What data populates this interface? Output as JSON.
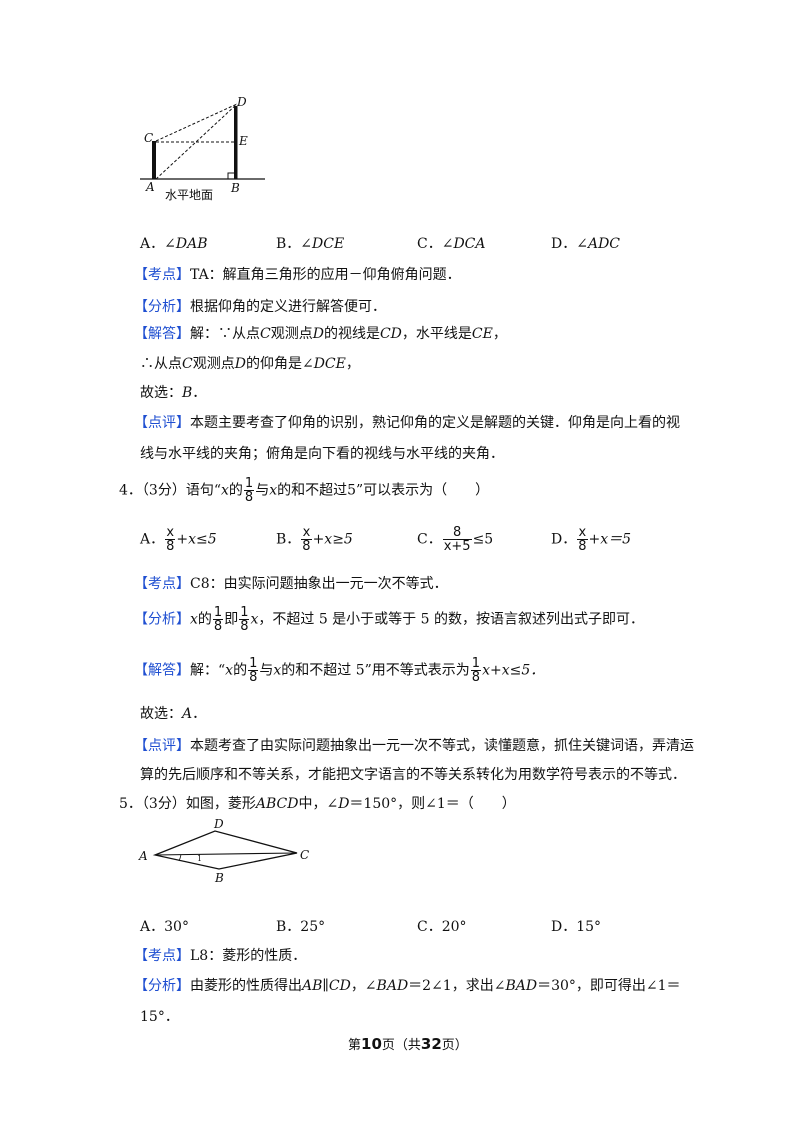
{
  "fig1": {
    "pts": [
      "A",
      "B",
      "C",
      "D",
      "E"
    ],
    "ground_label": "水平地面"
  },
  "q3": {
    "options": [
      {
        "letter": "A．",
        "angle": "∠",
        "name": "DAB"
      },
      {
        "letter": "B．",
        "angle": "∠",
        "name": "DCE"
      },
      {
        "letter": "C．",
        "angle": "∠",
        "name": "DCA"
      },
      {
        "letter": "D．",
        "angle": "∠",
        "name": "ADC"
      }
    ],
    "kaodian_tag": "【考点】",
    "kaodian": "TA：解直角三角形的应用－仰角俯角问题．",
    "fenxi_tag": "【分析】",
    "fenxi": "根据仰角的定义进行解答便可．",
    "jieda_tag": "【解答】",
    "jieda_1": "解：∵从点",
    "C": "C",
    "jieda_2": "观测点",
    "D": "D",
    "jieda_3": "的视线是",
    "CD": "CD",
    "jieda_4": "，水平线是",
    "CE": "CE",
    "jieda_5": "，",
    "line2_a": "∴从点",
    "line2_b": "观测点",
    "line2_c": "的仰角是∠",
    "DCE": "DCE",
    "line2_d": "，",
    "choose": "故选：",
    "answer": "B",
    "dot": "．",
    "dianping_tag": "【点评】",
    "dianping_1": "本题主要考查了仰角的识别，熟记仰角的定义是解题的关键．仰角是向上看的视",
    "dianping_2": "线与水平线的夹角；俯角是向下看的视线与水平线的夹角．"
  },
  "q4": {
    "num": "4．",
    "score": "（3分）语句“",
    "x": "x",
    "t1": "的",
    "f_n": "1",
    "f_d": "8",
    "t2": "与",
    "t3": "的和不超过5”可以表示为（　　）",
    "optA_letter": "A．",
    "optA_n": "x",
    "optA_d": "8",
    "optA_tail": "+x≤5",
    "optB_letter": "B．",
    "optB_n": "x",
    "optB_d": "8",
    "optB_tail": "+x≥5",
    "optC_letter": "C．",
    "optC_n": "8",
    "optC_d": "x+5",
    "optC_tail": "≤5",
    "optD_letter": "D．",
    "optD_n": "x",
    "optD_d": "8",
    "optD_tail": "+x＝5",
    "kaodian_tag": "【考点】",
    "kaodian": "C8：由实际问题抽象出一元一次不等式．",
    "fenxi_tag": "【分析】",
    "fenxi_a": "的",
    "fenxi_b": "即",
    "fenxi_c": "，不超过 5 是小于或等于 5 的数，按语言叙述列出式子即可．",
    "jieda_tag": "【解答】",
    "jieda_a": "解：“",
    "jieda_b": "的",
    "jieda_c": "与",
    "jieda_d": "的和不超过 5”用不等式表示为",
    "jieda_e": "x+x≤5．",
    "choose": "故选：",
    "answer": "A",
    "dot": "．",
    "dianping_tag": "【点评】",
    "dianping_1": "本题考查了由实际问题抽象出一元一次不等式，读懂题意，抓住关键词语，弄清运",
    "dianping_2": "算的先后顺序和不等关系，才能把文字语言的不等关系转化为用数学符号表示的不等式．"
  },
  "q5": {
    "num": "5．",
    "stem_a": "（3分）如图，菱形",
    "ABCD": "ABCD",
    "stem_b": "中，∠",
    "D": "D",
    "stem_c": "＝150°，则∠1＝（　　）",
    "fig_pts": [
      "A",
      "B",
      "C",
      "D"
    ],
    "fig_one": "1",
    "options": [
      {
        "letter": "A．",
        "val": "30°"
      },
      {
        "letter": "B．",
        "val": "25°"
      },
      {
        "letter": "C．",
        "val": "20°"
      },
      {
        "letter": "D．",
        "val": "15°"
      }
    ],
    "kaodian_tag": "【考点】",
    "kaodian": "L8：菱形的性质．",
    "fenxi_tag": "【分析】",
    "fenxi_a": "由菱形的性质得出",
    "AB": "AB",
    "par": "∥",
    "CD": "CD",
    "fenxi_b": "，∠",
    "BAD": "BAD",
    "fenxi_c": "＝2∠1，求出∠",
    "fenxi_d": "＝30°，即可得出∠1＝",
    "fenxi_e": "15°．"
  },
  "footer": {
    "pre": "第",
    "page": "10",
    "mid": "页（共",
    "total": "32",
    "post": "页）"
  }
}
